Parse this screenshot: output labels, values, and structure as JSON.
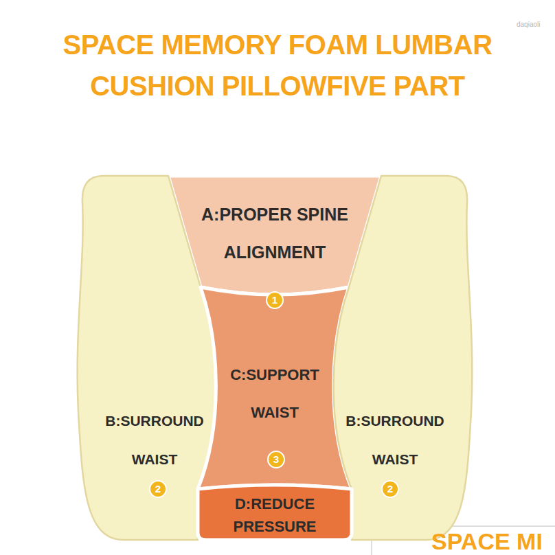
{
  "diagram": {
    "title": "SPACE MEMORY FOAM LUMBAR CUSHION PILLOWFIVE PART",
    "nodes": [
      {
        "text": [
          "A:PROPER SPINE ALIGNMENT"
        ]
      },
      {
        "text": [
          "B:SURROUND WAIST"
        ]
      },
      {
        "text": [
          "C:SUPPORT WAIST"
        ]
      },
      {
        "text": [
          "B:SURROUND WAIST"
        ]
      },
      {
        "text": [
          "D:REDUCE PRESSURE"
        ]
      }
    ],
    "labels": [
      "daqiaoli",
      "1",
      "2",
      "3",
      "2",
      "SPACE MI"
    ]
  }
}
